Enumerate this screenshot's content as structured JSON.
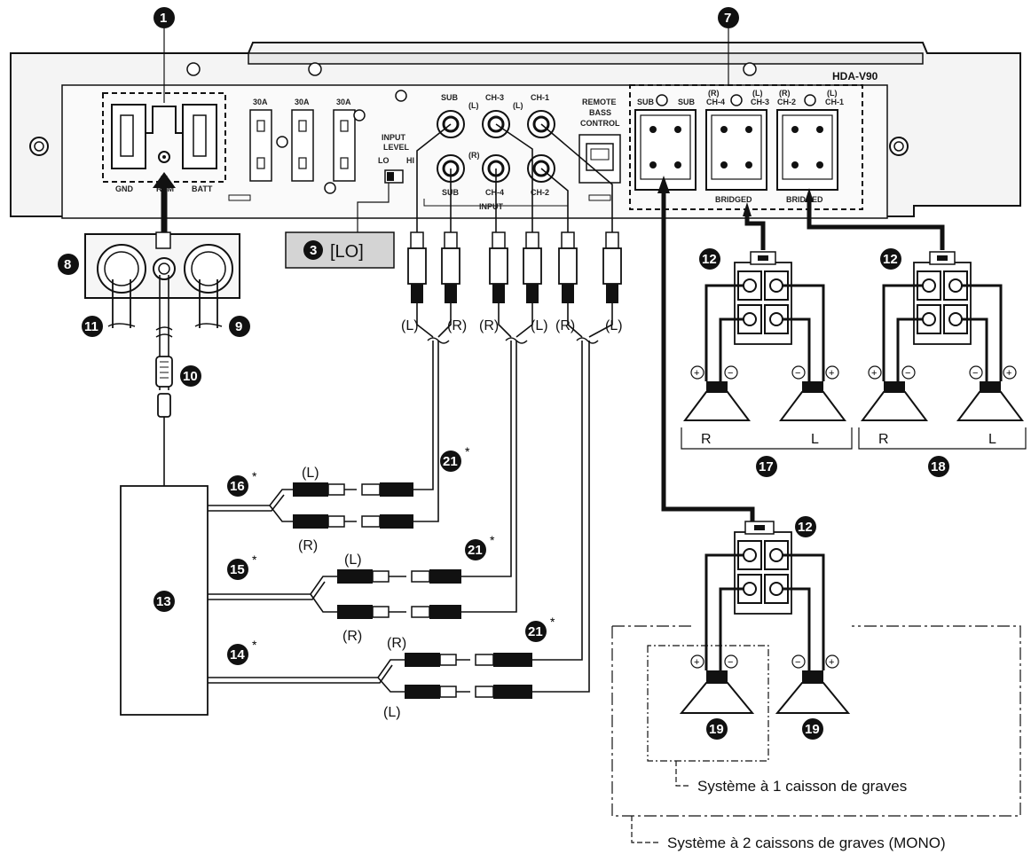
{
  "amp": {
    "model": "HDA-V90",
    "fuses": [
      "30A",
      "30A",
      "30A"
    ],
    "power_terminals": [
      "GND",
      "REM",
      "BATT"
    ],
    "input_level": {
      "title_line1": "INPUT",
      "title_line2": "LEVEL",
      "lo": "LO",
      "hi": "HI"
    },
    "rca_top": [
      "SUB",
      "CH-3",
      "CH-1"
    ],
    "rca_bottom": [
      "SUB",
      "CH-4",
      "CH-2"
    ],
    "rca_side_marks": [
      "(L)",
      "(L)",
      "(R)"
    ],
    "input_caption": "INPUT",
    "remote": {
      "line1": "REMOTE",
      "line2": "BASS",
      "line3": "CONTROL"
    },
    "speaker_terminals": [
      "SUB",
      "SUB",
      "(R)",
      "CH-4",
      "(L)",
      "CH-3",
      "(R)",
      "CH-2",
      "(L)",
      "CH-1"
    ],
    "bridged": "BRIDGED"
  },
  "callouts": {
    "c1": "1",
    "c3": "3",
    "c7": "7",
    "c8": "8",
    "c9": "9",
    "c10": "10",
    "c11": "11",
    "c12": "12",
    "c13": "13",
    "c14": "14",
    "c15": "15",
    "c16": "16",
    "c17": "17",
    "c18": "18",
    "c19": "19",
    "c21": "21"
  },
  "input_level_setting": "[LO]",
  "rca_plug_labels": [
    "(L)",
    "(R)",
    "(R)",
    "(L)",
    "(R)",
    "(L)"
  ],
  "cable_labels": {
    "c16_l": "(L)",
    "c16_r": "(R)",
    "c15_l": "(L)",
    "c15_r": "(R)",
    "c14_r": "(R)",
    "c14_l": "(L)"
  },
  "asterisk": "*",
  "speaker_pairs": [
    "R",
    "L",
    "R",
    "L"
  ],
  "plus": "+",
  "minus": "−",
  "systems": {
    "one_sub": "Système à 1 caisson de graves",
    "two_sub": "Système à 2 caissons de graves (MONO)"
  }
}
